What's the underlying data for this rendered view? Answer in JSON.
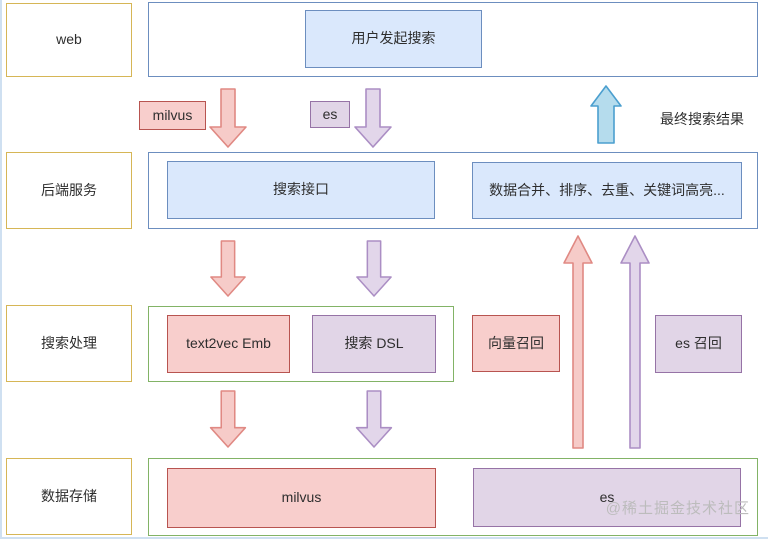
{
  "palette": {
    "blue-fill": "#dae8fc",
    "blue-stroke": "#6c8ebf",
    "pink-fill": "#f8cecc",
    "pink-stroke": "#b85450",
    "purple-fill": "#e1d5e7",
    "purple-stroke": "#9673a6",
    "green-stroke": "#82b366",
    "yellow-stroke": "#d6b656",
    "arrow-pink-fill": "#f6cbc8",
    "arrow-pink-stroke": "#e08983",
    "arrow-purple-fill": "#e2d6ea",
    "arrow-purple-stroke": "#ab8ec4",
    "arrow-blue-fill": "#b5dced",
    "arrow-blue-stroke": "#4b9fcf",
    "canvas-border": "#cfe0f1",
    "watermark": "#bcbcbc"
  },
  "lanes": [
    {
      "id": "web",
      "label": "web"
    },
    {
      "id": "backend",
      "label": "后端服务"
    },
    {
      "id": "process",
      "label": "搜索处理"
    },
    {
      "id": "storage",
      "label": "数据存储"
    }
  ],
  "nodes": {
    "user_search": "用户发起搜索",
    "milvus_tag": "milvus",
    "es_tag": "es",
    "search_api": "搜索接口",
    "merge": "数据合并、排序、去重、关键词高亮...",
    "text2vec": "text2vec Emb",
    "search_dsl": "搜索 DSL",
    "vector_recall": "向量召回",
    "es_recall": "es 召回",
    "milvus_store": "milvus",
    "es_store": "es"
  },
  "annotations": {
    "final_result": "最终搜索结果",
    "watermark": "@稀土掘金技术社区"
  }
}
